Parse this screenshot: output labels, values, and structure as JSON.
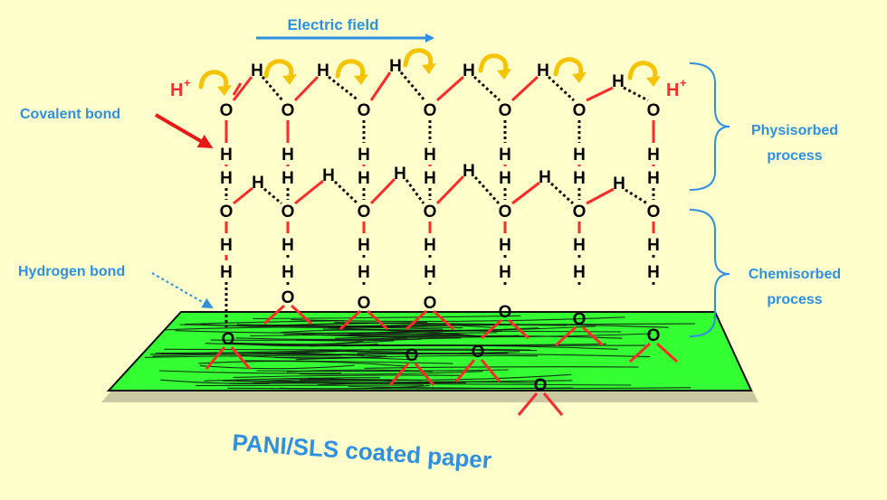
{
  "labels": {
    "electric_field": "Electric field",
    "covalent_bond": "Covalent bond",
    "hydrogen_bond": "Hydrogen bond",
    "physisorbed_1": "Physisorbed",
    "physisorbed_2": "process",
    "chemisorbed_1": "Chemisorbed",
    "chemisorbed_2": "process",
    "substrate": "PANI/SLS coated paper",
    "proton_left": "H",
    "proton_right": "H",
    "plus": "+"
  },
  "atoms": {
    "oxygen": "O",
    "hydrogen": "H"
  },
  "colors": {
    "background": "#ffffcc",
    "blue_text": "#2f8fe0",
    "red": "#ff2a2a",
    "arrow_red": "#e81818",
    "green": "#33ff33",
    "fiber": "#111111",
    "swirl": "#f5c400"
  },
  "icons": [
    "yellow-swirl-arrow-icon",
    "red-arrow-icon",
    "dotted-arrow-icon",
    "blue-arrow-icon",
    "curly-brace-icon"
  ]
}
